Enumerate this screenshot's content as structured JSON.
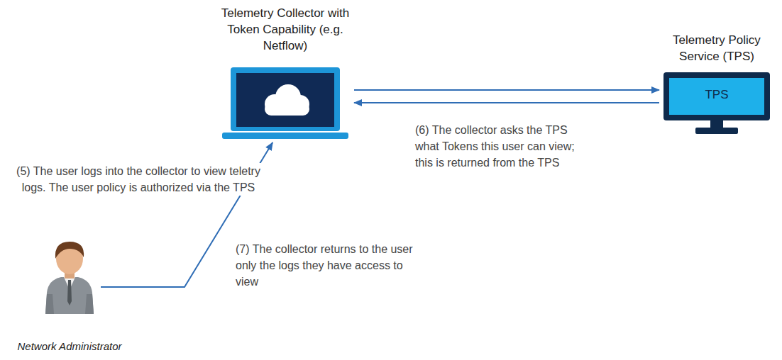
{
  "diagram": {
    "nodes": [
      {
        "text": [
          "Telemetry Collector with Token Capability (e.g. Netflow)"
        ]
      },
      {
        "text": [
          "Telemetry Policy Service (TPS)",
          "TPS"
        ]
      },
      {
        "text": [
          "Network Administrator"
        ]
      }
    ],
    "edges": [
      {
        "from": 0,
        "to": 1,
        "arrow": "to"
      },
      {
        "from": 1,
        "to": 0,
        "arrow": "to"
      },
      {
        "from": 2,
        "to": 0,
        "arrow": "to"
      }
    ],
    "labels": [
      "(5) The user logs into the collector to view teletry logs. The user policy is authorized via the TPS",
      "(6) The collector asks the TPS what Tokens this user can view; this is returned from the TPS",
      "(7) The collector returns to the user only the logs they have access to view"
    ]
  }
}
